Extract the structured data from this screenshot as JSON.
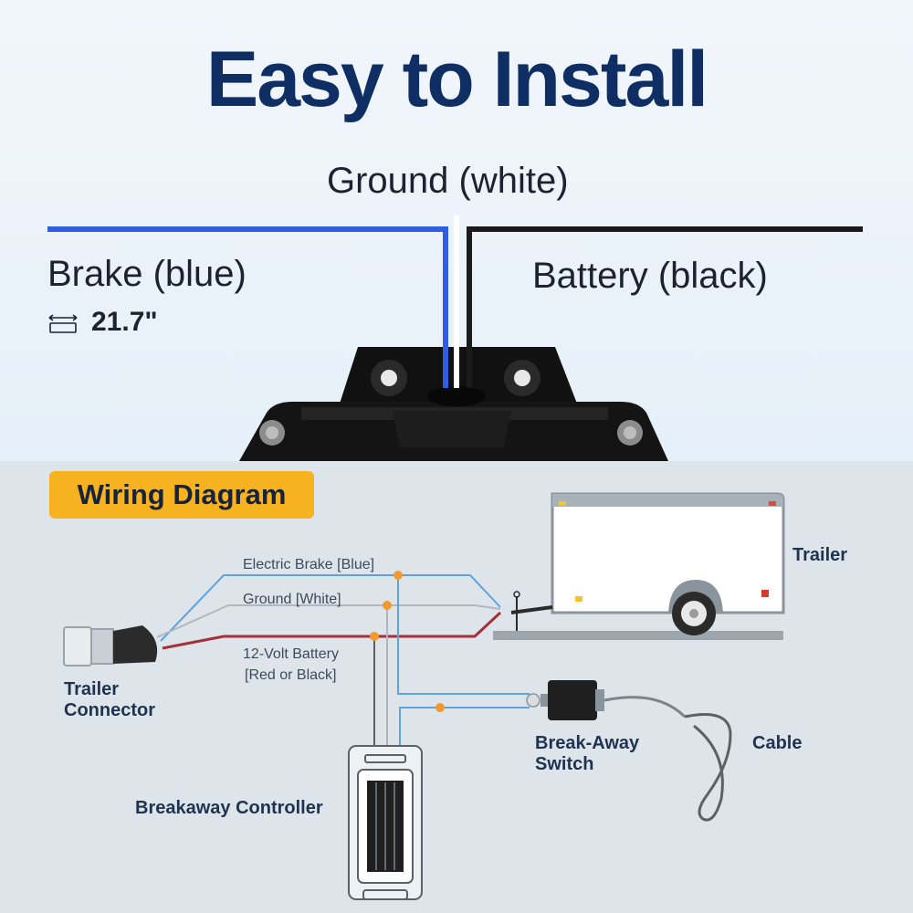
{
  "header": {
    "title": "Easy to Install"
  },
  "wires": {
    "ground": "Ground (white)",
    "brake": "Brake (blue)",
    "battery": "Battery (black)",
    "length": "21.7\""
  },
  "diagram": {
    "badge": "Wiring Diagram",
    "electric_brake": "Electric Brake [Blue]",
    "ground": "Ground [White]",
    "battery_line1": "12-Volt Battery",
    "battery_line2": "[Red or Black]",
    "trailer": "Trailer",
    "trailer_connector": "Trailer Connector",
    "breakaway_switch": "Break-Away Switch",
    "cable": "Cable",
    "breakaway_controller": "Breakaway Controller"
  },
  "colors": {
    "title": "#0f2e64",
    "brake_wire": "#2f5fe0",
    "battery_wire": "#1b1b1b",
    "badge": "#f6b21f",
    "node": "#f29a2e",
    "battery_line": "#a5303a",
    "blue_line": "#5ea3df"
  },
  "icons": [
    "length-icon",
    "trailer-icon",
    "connector-icon",
    "switch-icon",
    "controller-icon"
  ]
}
